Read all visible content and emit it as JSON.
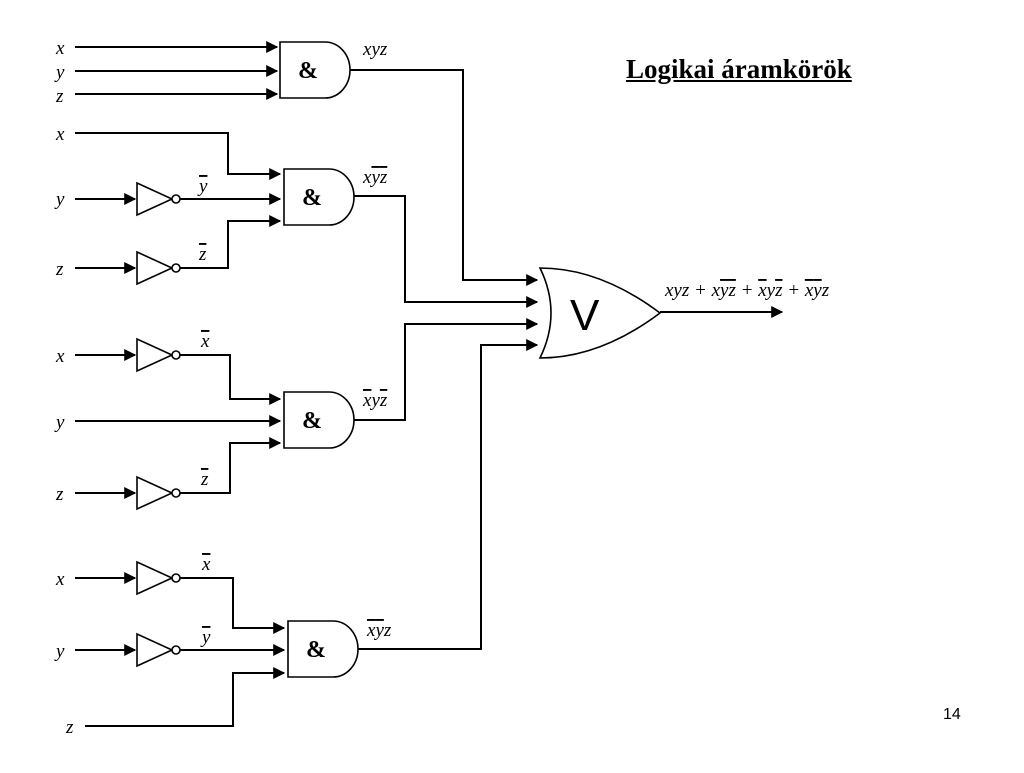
{
  "title": "Logikai áramkörök",
  "page_number": "14",
  "inputs": {
    "g1": [
      "x",
      "y",
      "z"
    ],
    "g2": [
      "x",
      "y",
      "z"
    ],
    "g3": [
      "x",
      "y",
      "z"
    ],
    "g4": [
      "x",
      "y",
      "z"
    ]
  },
  "and_symbol": "&",
  "or_symbol": "V",
  "gate_outputs": [
    [
      {
        "t": "x",
        "o": false
      },
      {
        "t": "y",
        "o": false
      },
      {
        "t": "z",
        "o": false
      }
    ],
    [
      {
        "t": "x",
        "o": false
      },
      {
        "t": "y",
        "o": true
      },
      {
        "t": "z",
        "o": true
      }
    ],
    [
      {
        "t": "x",
        "o": true
      },
      {
        "t": "y",
        "o": false
      },
      {
        "t": "z",
        "o": true
      }
    ],
    [
      {
        "t": "x",
        "o": true
      },
      {
        "t": "y",
        "o": true
      },
      {
        "t": "z",
        "o": false
      }
    ]
  ],
  "inverter_labels": {
    "g2": [
      {
        "t": "y",
        "o": true
      },
      {
        "t": "z",
        "o": true
      }
    ],
    "g3": [
      {
        "t": "x",
        "o": true
      },
      {
        "t": "z",
        "o": true
      }
    ],
    "g4": [
      {
        "t": "x",
        "o": true
      },
      {
        "t": "y",
        "o": true
      }
    ]
  },
  "output_expression": [
    {
      "t": "xyz",
      "o": false
    },
    {
      "t": " + ",
      "o": false
    },
    {
      "t": "x",
      "o": false
    },
    {
      "t": "y",
      "o": true
    },
    {
      "t": "z",
      "o": true
    },
    {
      "t": " + ",
      "o": false
    },
    {
      "t": "x",
      "o": true
    },
    {
      "t": "y",
      "o": false
    },
    {
      "t": "z",
      "o": true
    },
    {
      "t": " + ",
      "o": false
    },
    {
      "t": "x",
      "o": true
    },
    {
      "t": "y",
      "o": true
    },
    {
      "t": "z",
      "o": false
    }
  ]
}
